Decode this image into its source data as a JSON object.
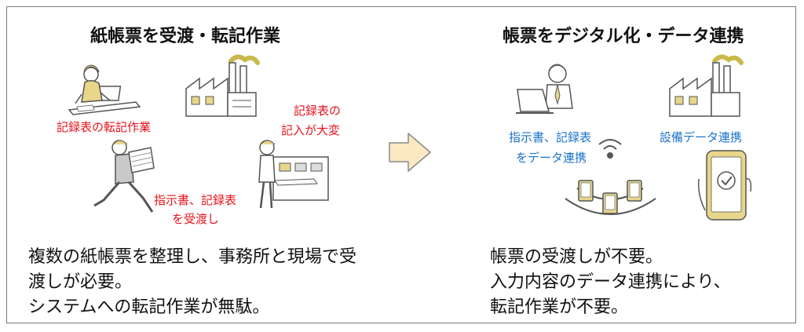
{
  "left": {
    "title": "紙帳票を受渡・転記作業",
    "labels": {
      "transcribe": "記録表の転記作業",
      "hard_line1": "記録表の",
      "hard_line2": "記入が大変",
      "handover_line1": "指示書、記録表",
      "handover_line2": "を受渡し"
    },
    "description": [
      "複数の紙帳票を整理し、事務所と現場で受",
      "渡しが必要。",
      "システムへの転記作業が無駄。"
    ]
  },
  "right": {
    "title": "帳票をデジタル化・データ連携",
    "labels": {
      "link_line1": "指示書、記録表",
      "link_line2": "をデータ連携",
      "equipment": "設備データ連携"
    },
    "description": [
      "帳票の受渡しが不要。",
      "入力内容のデータ連携により、",
      "転記作業が不要。"
    ]
  },
  "colors": {
    "problem_text": "#e8121c",
    "solution_text": "#1a73c8",
    "accent_yellow": "#e8d68a",
    "arrow_fill": "#fbe9c4",
    "arrow_stroke": "#8a8a8a"
  },
  "icons": [
    "office-worker-icon",
    "factory-icon",
    "running-worker-icon",
    "desk-worker-icon",
    "arrow-right-icon",
    "laptop-worker-icon",
    "wireless-signal-icon",
    "tablet-icon",
    "smartphone-icon"
  ]
}
